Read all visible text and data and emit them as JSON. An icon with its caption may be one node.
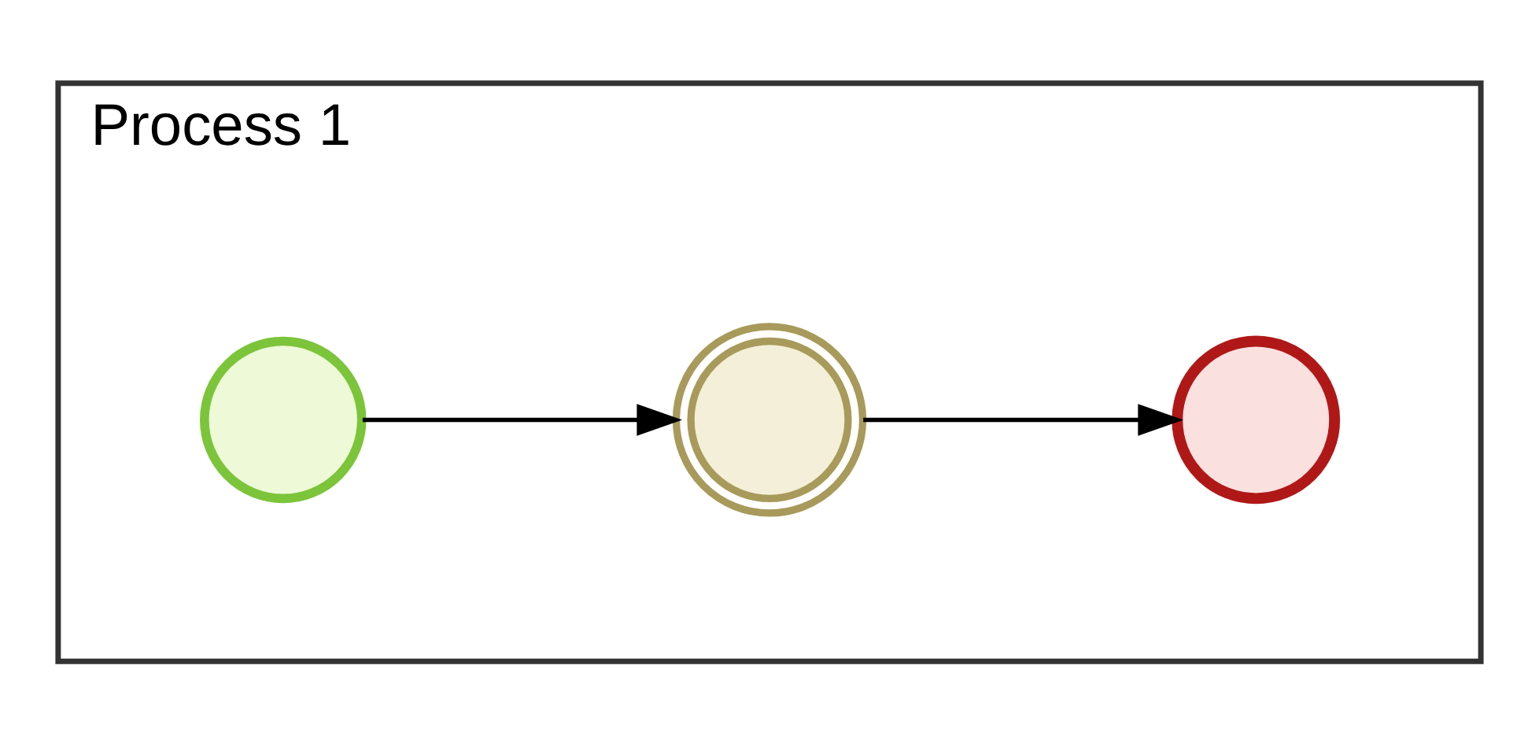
{
  "diagram": {
    "nodes": [
      {
        "text": [
          "Process 1"
        ]
      },
      {
        "text": [],
        "shape": "circle",
        "in": 0
      },
      {
        "text": [],
        "shape": "circle",
        "in": 0
      },
      {
        "text": [],
        "shape": "circle",
        "in": 0
      }
    ],
    "edges": [
      {
        "from": 1,
        "to": 2,
        "arrow": "to"
      },
      {
        "from": 2,
        "to": 3,
        "arrow": "to"
      }
    ]
  }
}
